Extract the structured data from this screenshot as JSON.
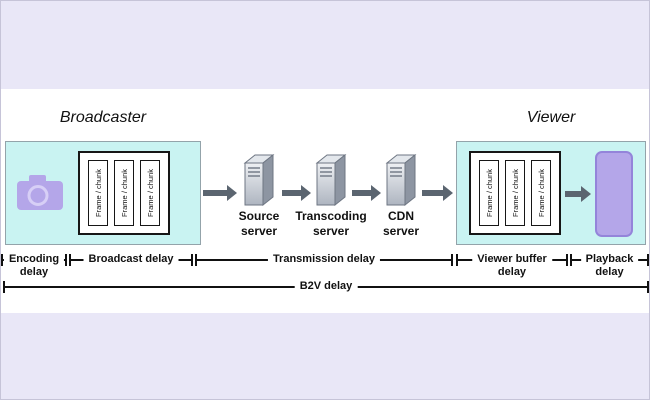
{
  "diagram": {
    "broadcaster_label": "Broadcaster",
    "viewer_label": "Viewer"
  },
  "frame_chunk": {
    "label": "Frame / chunk"
  },
  "servers": [
    {
      "name": "source-server",
      "line1": "Source",
      "line2": "server"
    },
    {
      "name": "transcoding-server",
      "line1": "Transcoding",
      "line2": "server"
    },
    {
      "name": "cdn-server",
      "line1": "CDN",
      "line2": "server"
    }
  ],
  "delays": {
    "encoding": {
      "line1": "Encoding",
      "line2": "delay"
    },
    "broadcast": {
      "label": "Broadcast delay"
    },
    "transmission": {
      "label": "Transmission delay"
    },
    "viewer_buffer": {
      "line1": "Viewer buffer",
      "line2": "delay"
    },
    "playback": {
      "line1": "Playback",
      "line2": "delay"
    },
    "b2v": {
      "label": "B2V delay"
    }
  },
  "icons": {
    "camera": "camera-icon",
    "server": "server-tower-icon",
    "phone": "smartphone-icon",
    "arrow": "arrow-right-icon"
  },
  "colors": {
    "page_background": "#e9e7f7",
    "panel_background": "#ffffff",
    "stage_box": "#c9f3f2",
    "accent_purple": "#b4a6e9",
    "arrow_gray": "#5b6570",
    "line_black": "#111111"
  }
}
